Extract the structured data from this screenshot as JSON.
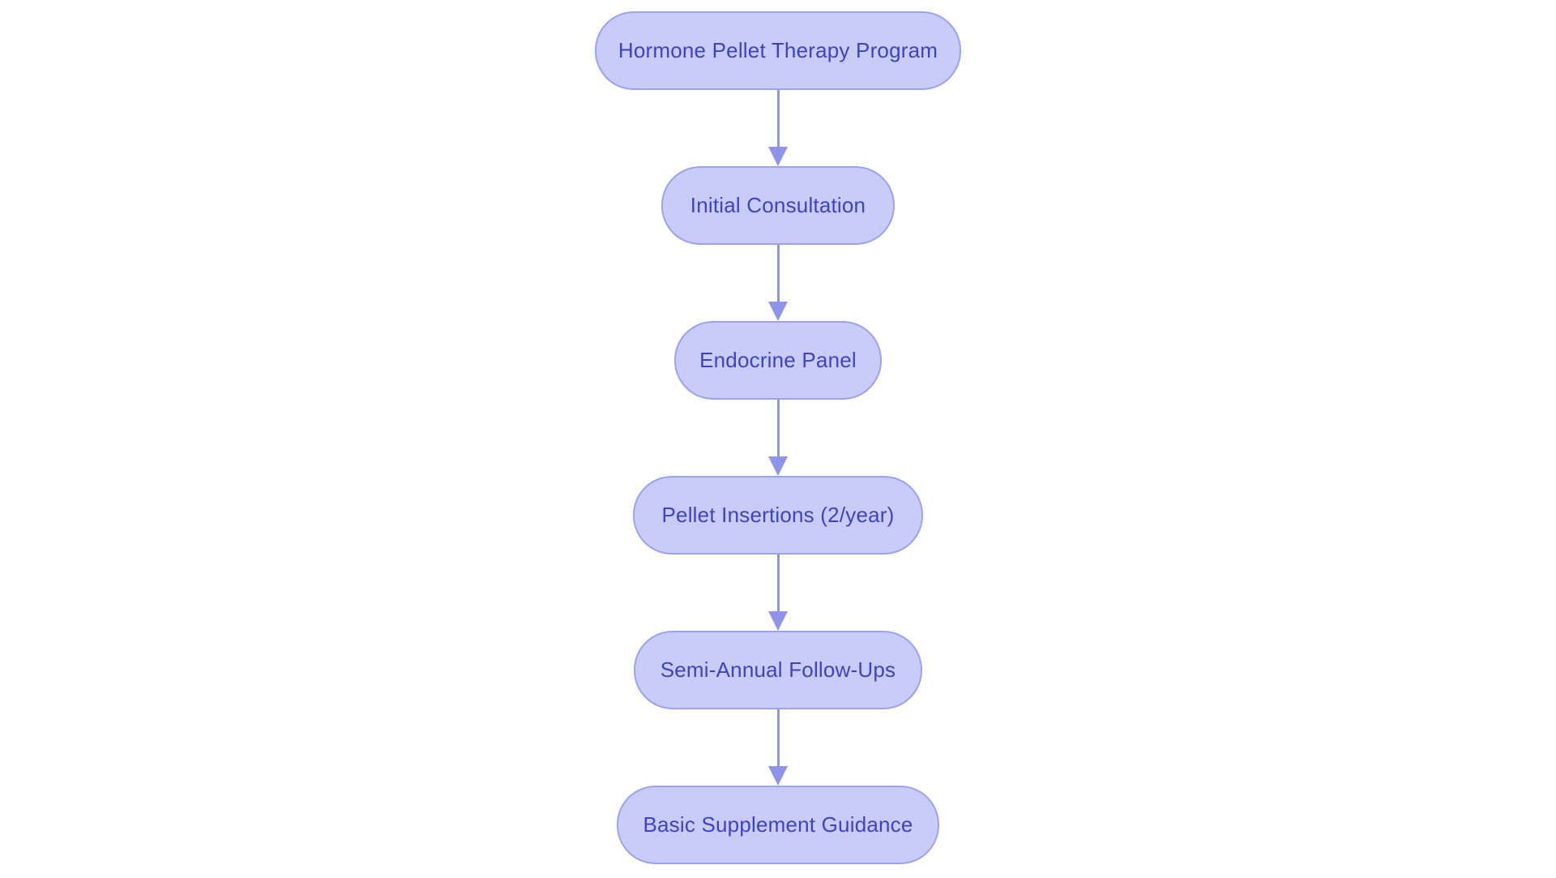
{
  "diagram": {
    "type": "flowchart",
    "direction": "top-down",
    "nodes": [
      {
        "label": "Hormone Pellet Therapy Program"
      },
      {
        "label": "Initial Consultation"
      },
      {
        "label": "Endocrine Panel"
      },
      {
        "label": "Pellet Insertions (2/year)"
      },
      {
        "label": "Semi-Annual Follow-Ups"
      },
      {
        "label": "Basic Supplement Guidance"
      }
    ],
    "edges": [
      {
        "from": 0,
        "to": 1
      },
      {
        "from": 1,
        "to": 2
      },
      {
        "from": 2,
        "to": 3
      },
      {
        "from": 3,
        "to": 4
      },
      {
        "from": 4,
        "to": 5
      }
    ],
    "colors": {
      "background": "#ffffff",
      "node_fill": "#c9ccf8",
      "node_border": "#9ba3ee",
      "node_text": "#3e43c5",
      "arrow": "#8e95e9"
    }
  }
}
